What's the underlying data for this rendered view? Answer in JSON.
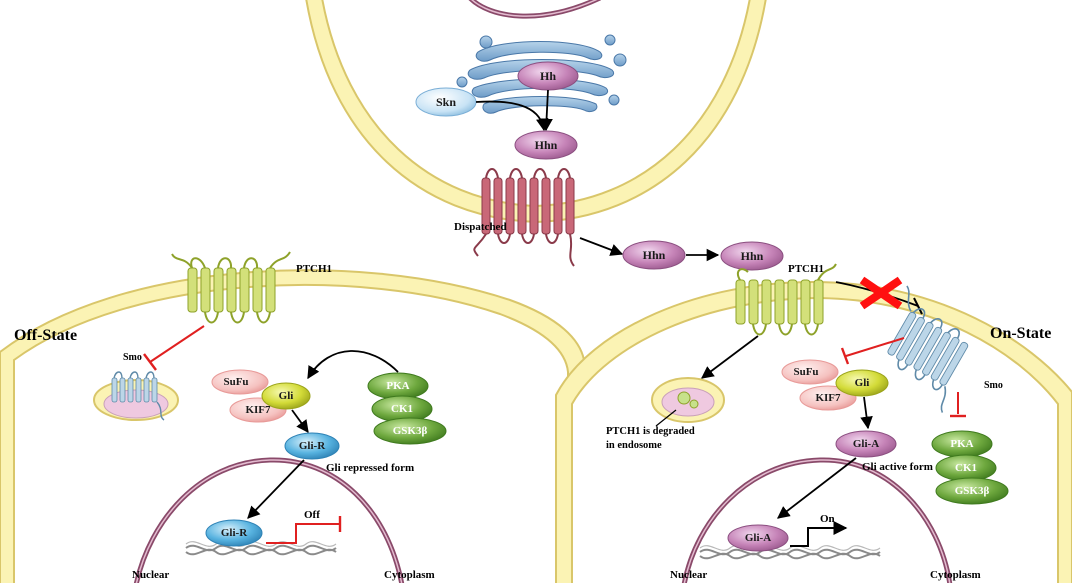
{
  "states": {
    "off": "Off-State",
    "on": "On-State"
  },
  "secreting_cell": {
    "hh": "Hh",
    "skn": "Skn",
    "hhn": "Hhn",
    "dispatched": "Dispatched"
  },
  "extracellular": {
    "hhn_free": "Hhn",
    "hhn_bound": "Hhn"
  },
  "off_cell": {
    "receptor": "PTCH1",
    "smo": "Smo",
    "sufu": "SuFu",
    "gli": "Gli",
    "kif7": "KIF7",
    "pka": "PKA",
    "ck1": "CK1",
    "gsk3b": "GSK3β",
    "gli_r": "Gli-R",
    "gli_r_caption": "Gli repressed  form",
    "gli_r_nuclear": "Gli-R",
    "transcription": "Off",
    "nuclear": "Nuclear",
    "cytoplasm": "Cytoplasm"
  },
  "on_cell": {
    "receptor": "PTCH1",
    "smo": "Smo",
    "sufu": "SuFu",
    "gli": "Gli",
    "kif7": "KIF7",
    "pka": "PKA",
    "ck1": "CK1",
    "gsk3b": "GSK3β",
    "gli_a": "Gli-A",
    "gli_a_caption": "Gli active form",
    "gli_a_nuclear": "Gli-A",
    "transcription": "On",
    "endosome_line1": "PTCH1 is degraded",
    "endosome_line2": "in endosome",
    "nuclear": "Nuclear",
    "cytoplasm": "Cytoplasm"
  },
  "colors": {
    "membrane_fill": "#fbf3b4",
    "membrane_edge": "#d9c66a",
    "ptch1": "#d3e07a",
    "dispatched": "#c96878",
    "smo": "#bcd6e8",
    "hh": "#c684b8",
    "gli": "#d3db38",
    "gli_r": "#58b3e0",
    "gli_a": "#c985c4",
    "kinase": "#6ea83e",
    "sufu": "#f5c2c0",
    "inhibition": "#e02020",
    "nucleus": "#8a4a6a"
  }
}
